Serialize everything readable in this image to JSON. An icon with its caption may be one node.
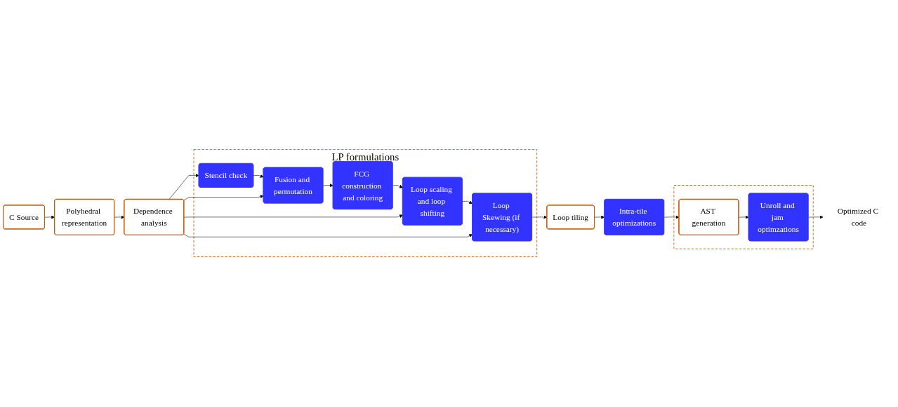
{
  "diagram": {
    "nodes": [
      {
        "text": [
          "LP formulations"
        ]
      },
      {
        "text": [
          "FCG construction and coloring"
        ],
        "in": 0
      },
      {
        "text": [
          "Stencil check"
        ],
        "in": 0
      },
      {
        "text": [
          "Fusion and permutation"
        ],
        "in": 0
      },
      {
        "text": [
          "Loop scaling and loop shifting"
        ],
        "in": 0
      },
      {
        "text": [
          "Loop Skewing (if necessary)"
        ],
        "in": 0
      },
      {
        "text": [
          "Loop tiling"
        ]
      },
      {
        "text": [
          "Intra-tile optimizations"
        ]
      },
      {
        "text": [],
        "shape": "box"
      },
      {
        "text": [
          "AST generation"
        ],
        "in": 8
      },
      {
        "text": [
          "Unroll and jam optimzations"
        ],
        "in": 8
      },
      {
        "text": [
          "Optimized C code"
        ]
      },
      {
        "text": [
          "Dependence analysis"
        ]
      },
      {
        "text": [
          "Polyhedral representation"
        ]
      },
      {
        "text": [
          "C Source"
        ]
      }
    ],
    "edges": [
      {
        "from": 2,
        "to": 3,
        "arrow": "to"
      },
      {
        "from": 3,
        "to": 1,
        "arrow": "to"
      },
      {
        "from": 1,
        "to": 4,
        "arrow": "to"
      },
      {
        "from": 4,
        "to": 5,
        "arrow": "to"
      },
      {
        "from": 5,
        "to": 6,
        "arrow": "to"
      },
      {
        "from": 6,
        "to": 7,
        "arrow": "to"
      },
      {
        "from": 7,
        "to": 9,
        "arrow": "to"
      },
      {
        "from": 9,
        "to": 10,
        "arrow": "to"
      },
      {
        "from": 10,
        "to": 11,
        "arrow": "to"
      },
      {
        "from": 12,
        "to": 2,
        "arrow": "to"
      },
      {
        "from": 12,
        "to": 3,
        "arrow": "to"
      },
      {
        "from": 12,
        "to": 4,
        "arrow": "to"
      },
      {
        "from": 12,
        "to": 5,
        "arrow": "to"
      },
      {
        "from": 13,
        "to": 12,
        "arrow": "to"
      },
      {
        "from": 14,
        "to": 13,
        "arrow": "to"
      }
    ]
  }
}
